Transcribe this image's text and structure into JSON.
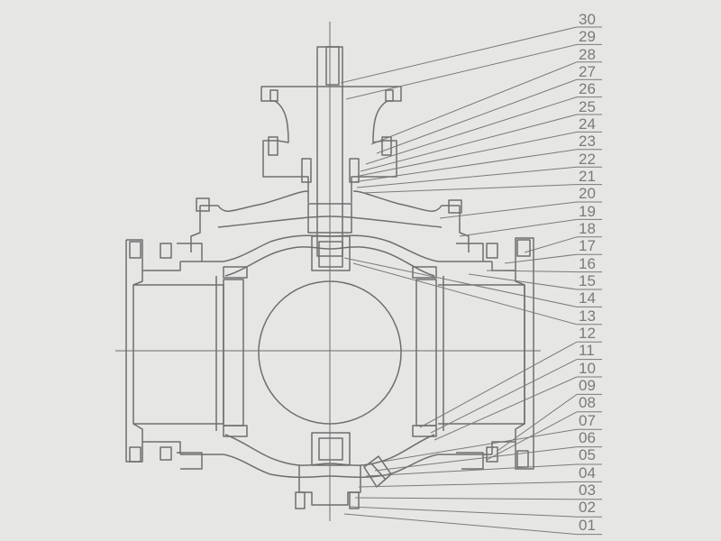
{
  "diagram": {
    "part_labels": [
      "30",
      "29",
      "28",
      "27",
      "26",
      "25",
      "24",
      "23",
      "22",
      "21",
      "20",
      "19",
      "18",
      "17",
      "16",
      "15",
      "14",
      "13",
      "12",
      "11",
      "10",
      "09",
      "08",
      "07",
      "06",
      "05",
      "04",
      "03",
      "02",
      "01"
    ]
  }
}
